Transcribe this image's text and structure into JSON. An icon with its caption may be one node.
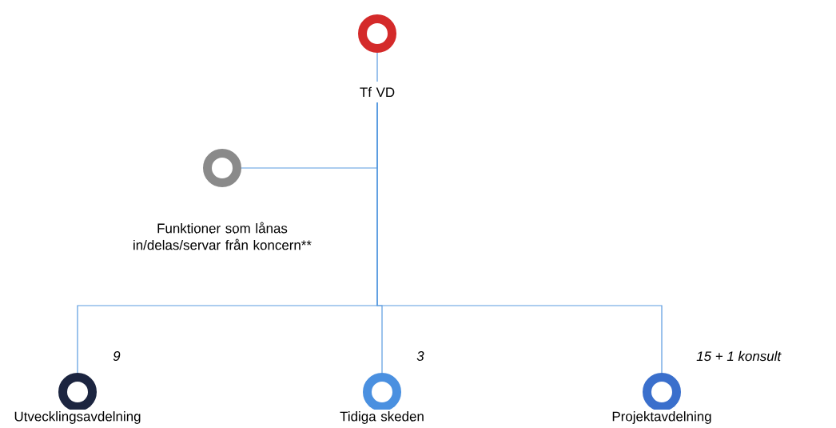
{
  "diagram": {
    "nodes": [
      {
        "text": [
          "Tf VD"
        ]
      },
      {
        "text": [
          "Funktioner som lånas in/delas/servar från koncern**"
        ]
      },
      {
        "text": [
          "Utvecklingsavdelning"
        ],
        "beside": [
          "9"
        ]
      },
      {
        "text": [
          "Tidiga skeden"
        ],
        "beside": [
          "3"
        ]
      },
      {
        "text": [
          "Projektavdelning"
        ],
        "beside": [
          "15 + 1 konsult"
        ]
      }
    ],
    "edges": [
      {
        "from": 0,
        "to": 1,
        "arrow": "none"
      },
      {
        "from": 0,
        "to": 2,
        "arrow": "none"
      },
      {
        "from": 0,
        "to": 3,
        "arrow": "none"
      },
      {
        "from": 0,
        "to": 4,
        "arrow": "none"
      }
    ]
  }
}
